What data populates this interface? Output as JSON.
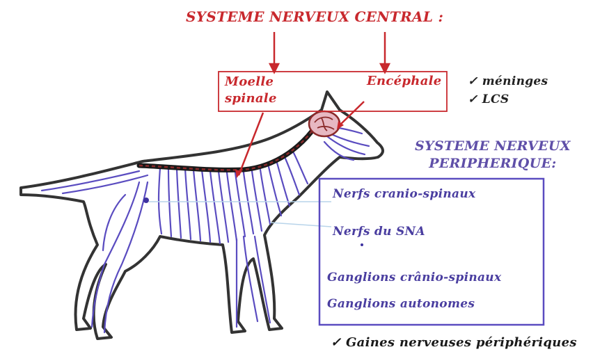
{
  "cns": {
    "title": "SYSTEME NERVEUX CENTRAL :",
    "moelle_line1": "Moelle",
    "moelle_line2": "spinale",
    "encephale": "Encéphale"
  },
  "annexes": {
    "item1": "✓ méninges",
    "item2": "✓ LCS"
  },
  "pns": {
    "title_line1": "SYSTEME NERVEUX",
    "title_line2": "PERIPHERIQUE:",
    "items": [
      "Nerfs cranio-spinaux",
      "Nerfs du SNA",
      "Ganglions crânio-spinaux",
      "Ganglions autonomes"
    ]
  },
  "footer": {
    "gaines": "✓ Gaines nerveuses périphériques"
  },
  "colors": {
    "cns_red": "#c8282d",
    "pns_purple": "#5a4cc0",
    "outline": "#333333"
  }
}
